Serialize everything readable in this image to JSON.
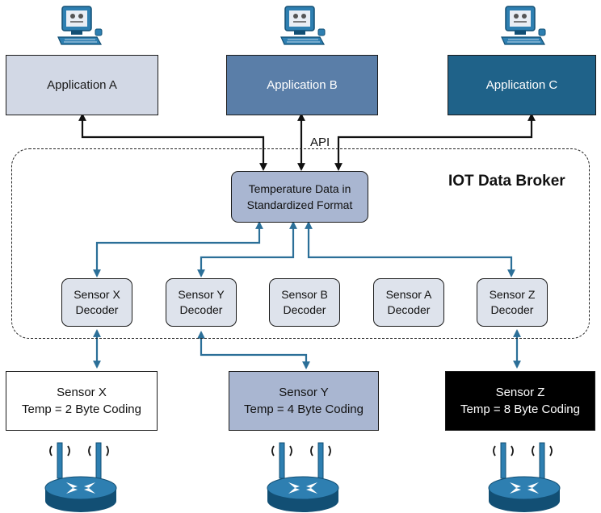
{
  "applications": [
    {
      "label": "Application A",
      "fill": "#d2d8e5",
      "text_color": "#1a1a1a"
    },
    {
      "label": "Application B",
      "fill": "#5a7ea8",
      "text_color": "#ffffff"
    },
    {
      "label": "Application C",
      "fill": "#1f6289",
      "text_color": "#ffffff"
    }
  ],
  "api_label": "API",
  "broker": {
    "title": "IOT Data Broker",
    "core": {
      "line1": "Temperature Data in",
      "line2": "Standardized Format"
    }
  },
  "decoders": [
    {
      "line1": "Sensor X",
      "line2": "Decoder"
    },
    {
      "line1": "Sensor Y",
      "line2": "Decoder"
    },
    {
      "line1": "Sensor B",
      "line2": "Decoder"
    },
    {
      "line1": "Sensor A",
      "line2": "Decoder"
    },
    {
      "line1": "Sensor Z",
      "line2": "Decoder"
    }
  ],
  "sensors": [
    {
      "name": "Sensor X",
      "coding": "Temp = 2 Byte Coding",
      "fill": "#ffffff",
      "text_color": "#111111"
    },
    {
      "name": "Sensor Y",
      "coding": "Temp = 4 Byte Coding",
      "fill": "#a9b6d1",
      "text_color": "#111111"
    },
    {
      "name": "Sensor Z",
      "coding": "Temp = 8 Byte Coding",
      "fill": "#000000",
      "text_color": "#ffffff"
    }
  ],
  "icons": {
    "computer": "computer-icon",
    "router": "wireless-router-icon"
  },
  "colors": {
    "api_arrows": "#111111",
    "broker_arrows": "#2b6f98",
    "router_body": "#2e7fb1"
  }
}
